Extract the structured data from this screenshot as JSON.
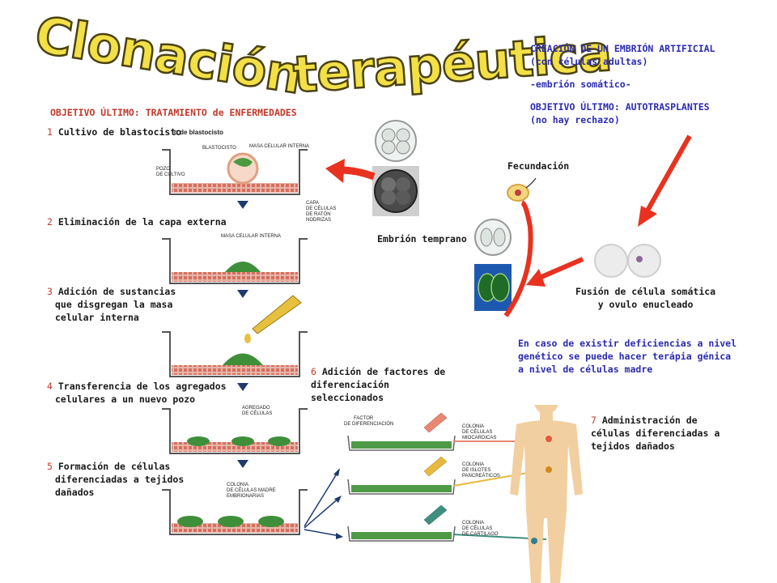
{
  "title": {
    "part1": "Clonación",
    "part2": "terapéutica"
  },
  "left_header": "OBJETIVO ÚLTIMO: TRATAMIENTO de ENFERMEDADES",
  "right_header": {
    "line1": "CREACIÓN DE UN EMBRIÓN ARTIFICIAL",
    "line2": "(con células adultas)",
    "line3": "-embrión somático-",
    "line4": "OBJETIVO ÚLTIMO: AUTOTRASPLANTES",
    "line5": "(no hay rechazo)"
  },
  "steps": [
    {
      "num": "1",
      "lines": [
        "Cultivo de blastocisto"
      ]
    },
    {
      "num": "2",
      "lines": [
        "Eliminación de la capa externa"
      ]
    },
    {
      "num": "3",
      "lines": [
        "Adición de sustancias",
        "que disgregan la masa",
        "celular interna"
      ]
    },
    {
      "num": "4",
      "lines": [
        "Transferencia de los agregados",
        "celulares a un nuevo pozo"
      ]
    },
    {
      "num": "5",
      "lines": [
        "Formación de células",
        "diferenciadas a tejidos",
        "dañados"
      ]
    },
    {
      "num": "6",
      "lines": [
        "Adición de factores de",
        "diferenciación",
        "seleccionados"
      ]
    },
    {
      "num": "7",
      "lines": [
        "Administración de",
        "células diferenciadas a",
        "tejidos dañados"
      ]
    }
  ],
  "labels": {
    "fecundacion": "Fecundación",
    "embrion_temprano": "Embrión temprano",
    "fusion": [
      "Fusión de célula somática",
      "y ovulo enucleado"
    ],
    "terapia": [
      "En caso de existir deficiencias a nivel",
      "genético se puede hacer terápia génica",
      "a nivel de células madre"
    ]
  },
  "diagram_labels": {
    "blastocisto_header": "o de blastocisto",
    "blastocisto": "BLASTOCISTO",
    "masa_celular_interna": "MASA CELULAR INTERNA",
    "pozo_de_cultivo": [
      "POZO",
      "DE CULTIVO"
    ],
    "capa_celulas": [
      "CAPA",
      "DE CÉLULAS",
      "DE RATÓN",
      "NODRIZAS"
    ],
    "masa_celular_interna_2": "MASA CELULAR INTERNA",
    "agregado": [
      "AGREGADO",
      "DE CÉLULAS"
    ],
    "colonia_madre": [
      "COLONIA",
      "DE CÉLULAS MADRE",
      "EMBRIONARIAS"
    ],
    "factor": [
      "FACTOR",
      "DE DIFERENCIACIÓN"
    ],
    "colonia_miocardicas": [
      "COLONIA",
      "DE CÉLULAS",
      "MIOCARDICAS"
    ],
    "colonia_islotes": [
      "COLONIA",
      "DE ISLOTES",
      "PANCREÁTICOS"
    ],
    "colonia_cartilago": [
      "COLONIA",
      "DE CÉLULAS",
      "DE CARTILAGO"
    ]
  },
  "colors": {
    "red_arrow": "#e8321f",
    "title_fill": "#f2e046",
    "blue_text": "#2b2bb0",
    "colony_green": "#3f8f3a"
  }
}
